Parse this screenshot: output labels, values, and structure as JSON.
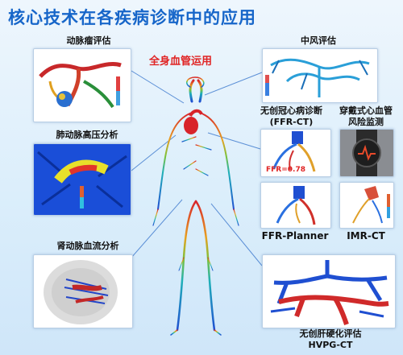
{
  "title": "核心技术在各疾病诊断中的应用",
  "center_label": "全身血管运用",
  "panels": {
    "aneurysm": "动脉瘤评估",
    "pulmonary": "肺动脉高压分析",
    "renal": "肾动脉血流分析",
    "stroke": "中风评估",
    "ffrct_line1": "无创冠心病诊断",
    "ffrct_line2": "(FFR-CT)",
    "wearable_line1": "穿戴式心血管",
    "wearable_line2": "风险监测",
    "ffr_planner": "FFR-Planner",
    "imr_ct": "IMR-CT",
    "hvpg_line1": "无创肝硬化评估",
    "hvpg_line2": "HVPG-CT"
  },
  "ffr_value": "FFR=0.78",
  "colors": {
    "title": "#1766c9",
    "center_label": "#e02424",
    "vessel_red": "#d8232a",
    "vessel_blue": "#1f4fd1"
  }
}
